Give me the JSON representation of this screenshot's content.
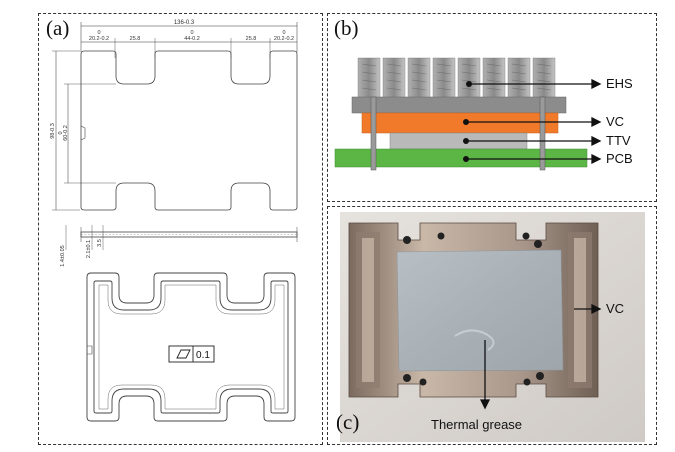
{
  "panels": {
    "a": {
      "label": "(a)",
      "dimensions": {
        "overall_width": "136-0.3",
        "seg_1": "20.2-0.2",
        "seg_1_top": "0",
        "seg_2": "25.8",
        "seg_3": "44-0.2",
        "seg_3_top": "0",
        "seg_4": "25.8",
        "seg_5": "20.2-0.2",
        "seg_5_top": "0",
        "overall_height": "98-0.3",
        "inner_height": "60-0.2",
        "inner_height_top": "0",
        "thickness_1": "1.4±0.05",
        "thickness_2": "2.1±0.1",
        "thickness_3": "3.5"
      },
      "flatness_tolerance": "0.1"
    },
    "b": {
      "label": "(b)",
      "layers": [
        {
          "name": "EHS",
          "color": "#8f8f8f"
        },
        {
          "name": "VC",
          "color": "#f07a2a"
        },
        {
          "name": "TTV",
          "color": "#b9b9b9"
        },
        {
          "name": "PCB",
          "color": "#5cb646"
        }
      ]
    },
    "c": {
      "label": "(c)",
      "callouts": {
        "vc": "VC",
        "grease": "Thermal grease"
      }
    }
  }
}
